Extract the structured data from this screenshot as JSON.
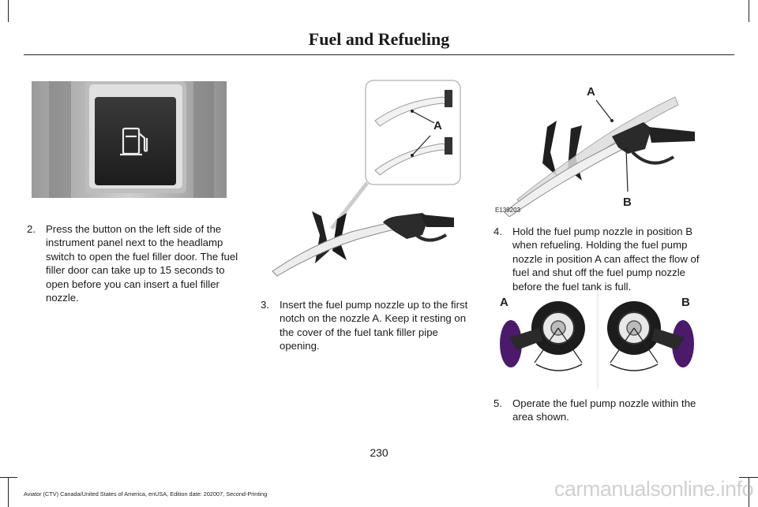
{
  "header": {
    "title": "Fuel and Refueling"
  },
  "steps": [
    {
      "num": "2.",
      "text": "Press the button on the left side of the instrument panel next to the headlamp switch to open the fuel filler door. The fuel filler door can take up to 15 seconds to open before you can insert a fuel filler nozzle."
    },
    {
      "num": "3.",
      "text": "Insert the fuel pump nozzle up to the first notch on the nozzle A.  Keep it resting on the cover of the fuel tank filler pipe opening."
    },
    {
      "num": "4.",
      "text": "Hold the fuel pump nozzle in position B when refueling.  Holding the fuel pump nozzle in position A can affect the flow of fuel and shut off the fuel pump nozzle before the fuel tank is full."
    },
    {
      "num": "5.",
      "text": "Operate the fuel pump nozzle within the area shown."
    }
  ],
  "figures": {
    "fig2": {
      "icon": "fuel-pump-icon"
    },
    "fig3": {
      "label_a": "A"
    },
    "fig4": {
      "label_a": "A",
      "label_b": "B",
      "code": "E139203"
    },
    "fig5": {
      "label_a": "A",
      "label_b": "B"
    }
  },
  "page_number": "230",
  "footer": "Aviator (CTV) Canada/United States of America, enUSA, Edition date: 202007, Second-Printing",
  "watermark": "carmanualsonline.info"
}
